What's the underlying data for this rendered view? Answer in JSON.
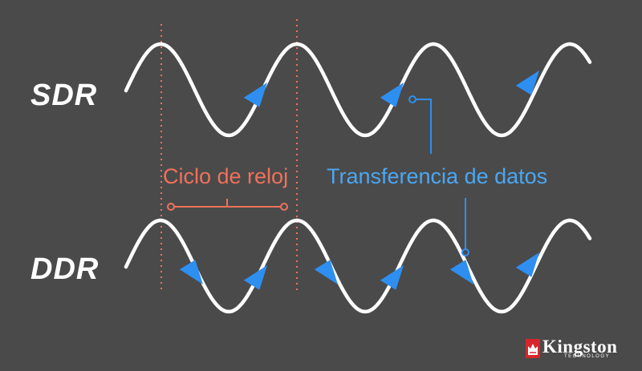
{
  "labels": {
    "sdr": "SDR",
    "ddr": "DDR",
    "clock_cycle": "Ciclo de reloj",
    "data_transfer": "Transferencia de datos"
  },
  "logo": {
    "name": "Kingston",
    "tagline": "TECHNOLOGY"
  },
  "colors": {
    "background": "#4a4a4a",
    "wave": "#ffffff",
    "clock_marker": "#f0715a",
    "transfer_marker": "#2e8ff0",
    "transfer_text": "#4aa7f3",
    "logo_red": "#d7262b"
  },
  "icons": {
    "transfer_arrow": "triangle-arrow-icon",
    "logo": "kingston-logo-icon"
  }
}
